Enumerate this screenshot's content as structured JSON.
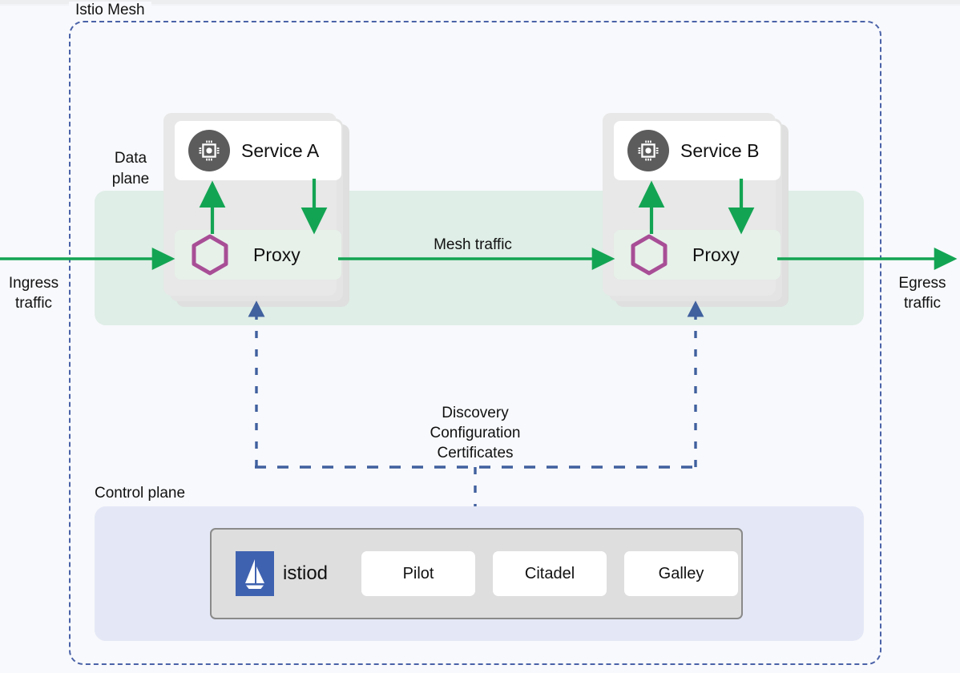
{
  "diagram": {
    "title": "Istio Mesh",
    "mesh_label": "Istio Mesh",
    "data_plane_label": "Data\nplane",
    "data_plane_label_line1": "Data",
    "data_plane_label_line2": "plane",
    "control_plane_label": "Control plane"
  },
  "flows": {
    "ingress_line1": "Ingress",
    "ingress_line2": "traffic",
    "egress_line1": "Egress",
    "egress_line2": "traffic",
    "mesh_traffic": "Mesh traffic",
    "discovery_line1": "Discovery",
    "discovery_line2": "Configuration",
    "discovery_line3": "Certificates"
  },
  "pods": [
    {
      "service_name": "Service A",
      "proxy_name": "Proxy",
      "service_icon": "cpu-chip-icon",
      "proxy_icon": "hexagon-icon"
    },
    {
      "service_name": "Service B",
      "proxy_name": "Proxy",
      "service_icon": "cpu-chip-icon",
      "proxy_icon": "hexagon-icon"
    }
  ],
  "control_plane": {
    "istiod_label": "istiod",
    "istiod_icon": "istio-sailboat-logo",
    "components": [
      {
        "label": "Pilot"
      },
      {
        "label": "Citadel"
      },
      {
        "label": "Galley"
      }
    ]
  },
  "colors": {
    "background": "#f8f9fc",
    "mesh_border": "#4a62a8",
    "data_plane_band": "#dfeee7",
    "control_plane_band": "#e4e8f6",
    "pod_gray": "#e7e8e7",
    "proxy_card": "#e7f1ea",
    "traffic_green": "#13a453",
    "hexagon_purple": "#a84e96",
    "chip_circle_gray": "#5c5c5c",
    "istiod_blue": "#3f62b0",
    "dashed_blue": "#4a62a8"
  }
}
